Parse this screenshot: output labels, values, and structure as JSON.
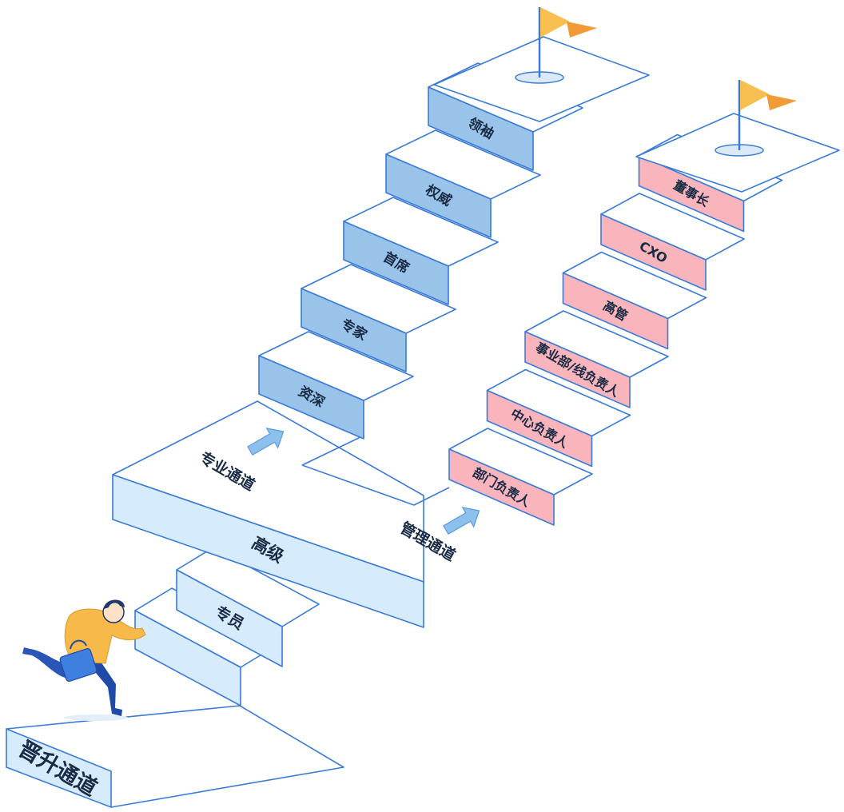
{
  "colors": {
    "outline": "#3a7bd5",
    "top": "#ffffff",
    "base_riser": "#d6ebfb",
    "expert_riser": "#99c3e8",
    "mgmt_riser": "#f9b4bc",
    "flag": "#f7bf4f",
    "flag_tail": "#f29a35",
    "arrow": "#8cc1ee",
    "text": "#1a2b45"
  },
  "start": {
    "label": "晋升通道"
  },
  "base_steps": [
    {
      "label": ""
    },
    {
      "label": "专员"
    },
    {
      "label": "高级"
    }
  ],
  "paths": {
    "expert_label": "专业通道",
    "manager_label": "管理通道"
  },
  "expert_steps": [
    {
      "label": "资深"
    },
    {
      "label": "专家"
    },
    {
      "label": "首席"
    },
    {
      "label": "权威"
    },
    {
      "label": "领袖"
    }
  ],
  "manager_steps": [
    {
      "label": "部门负责人"
    },
    {
      "label": "中心负责人"
    },
    {
      "label": "事业部/线负责人"
    },
    {
      "label": "高管"
    },
    {
      "label": "CXO"
    },
    {
      "label": "董事长"
    }
  ],
  "icons": {
    "flag": "flag-icon",
    "arrow": "up-right-arrow-icon",
    "person": "climbing-person-icon"
  }
}
